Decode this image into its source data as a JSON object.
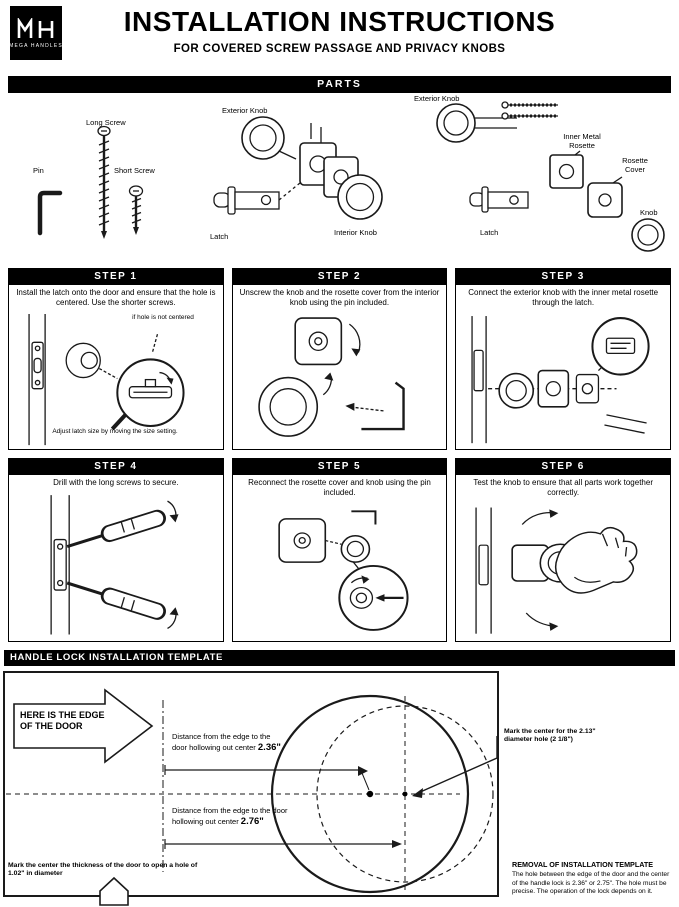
{
  "header": {
    "logo": {
      "monogram": "MH",
      "brand": "MEGA HANDLES"
    },
    "title": "INSTALLATION INSTRUCTIONS",
    "subtitle": "FOR COVERED SCREW PASSAGE AND PRIVACY KNOBS"
  },
  "parts": {
    "header": "PARTS",
    "labels": {
      "long_screw": "Long Screw",
      "pin": "Pin",
      "short_screw": "Short Screw",
      "exterior_knob_a": "Exterior Knob",
      "latch_a": "Latch",
      "interior_knob": "Interior Knob",
      "exterior_knob_b": "Exterior Knob",
      "inner_metal_rosette": "Inner Metal Rosette",
      "rosette_cover": "Rosette Cover",
      "knob": "Knob",
      "latch_b": "Latch"
    }
  },
  "steps": [
    {
      "label": "STEP 1",
      "text": "Install the latch onto the door and ensure that the hole is centered. Use the shorter screws.",
      "note1": "if hole is not centered",
      "note2": "Adjust latch size by moving the size setting."
    },
    {
      "label": "STEP 2",
      "text": "Unscrew the knob and the rosette cover from the interior knob using the pin included."
    },
    {
      "label": "STEP 3",
      "text": "Connect the exterior knob with the inner metal rosette through the latch."
    },
    {
      "label": "STEP 4",
      "text": "Drill with the long screws to secure."
    },
    {
      "label": "STEP 5",
      "text": "Reconnect the rosette cover and knob using the pin included."
    },
    {
      "label": "STEP 6",
      "text": "Test the knob to ensure that all parts work together correctly."
    }
  ],
  "template": {
    "bar": "HANDLE LOCK INSTALLATION TEMPLATE",
    "edge_label": "HERE IS THE EDGE OF THE DOOR",
    "distance1_prefix": "Distance from the edge to the door hollowing out center ",
    "distance1_value": "2.36\"",
    "distance2_prefix": "Distance from the edge to the door hollowing out center ",
    "distance2_value": "2.76\"",
    "mark_right": "Mark the center for the 2.13\" diameter hole (2 1/8\")",
    "mark_bottom": "Mark the center the thickness of the door to open a hole of 1.02\" in diameter",
    "removal_title": "REMOVAL OF INSTALLATION TEMPLATE",
    "removal_body": "The hole between the edge of the door and the center of the handle lock is 2.36\" or 2.75\". The hole must be precise. The operation of the lock depends on it."
  },
  "colors": {
    "ink": "#000000",
    "paper": "#ffffff"
  }
}
